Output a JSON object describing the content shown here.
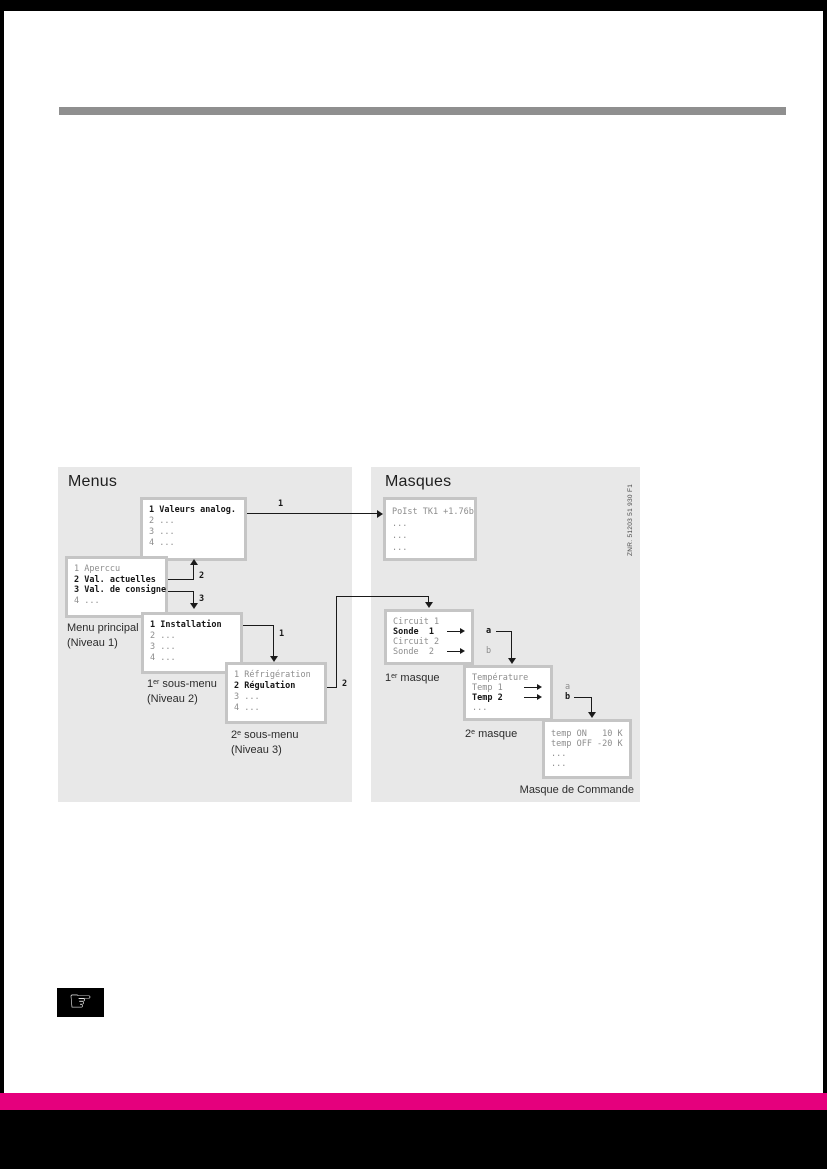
{
  "page": {
    "note_icon": "☞"
  },
  "artwork_ref": "ZNR. 51203 51 930 F1",
  "menus": {
    "title": "Menus",
    "main_menu": {
      "lines": [
        "1 Aperccu",
        "2 Val. actuelles",
        "3 Val. de consigne",
        "4 ..."
      ],
      "caption_line1": "Menu principal",
      "caption_line2": "(Niveau 1)"
    },
    "valeurs_menu": {
      "lines": [
        "1 Valeurs analog.",
        "2 ...",
        "3 ...",
        "4 ..."
      ]
    },
    "installation_menu": {
      "lines": [
        "1 Installation",
        "2 ...",
        "3 ...",
        "4 ..."
      ],
      "caption_num": "1",
      "caption_sup": "er",
      "caption_text": " sous-menu",
      "caption_line2": "(Niveau 2)"
    },
    "regulation_menu": {
      "lines": [
        "1 Réfrigération",
        "2 Régulation",
        "3 ...",
        "4 ..."
      ],
      "caption_num": "2",
      "caption_sup": "e",
      "caption_text": " sous-menu",
      "caption_line2": "(Niveau 3)"
    },
    "key_labels": {
      "k1": "1",
      "k2": "2",
      "k3": "3",
      "k4": "1",
      "k5": "2"
    }
  },
  "masques": {
    "title": "Masques",
    "poist_mask": {
      "lines": [
        "PoIst TK1 +1.76b",
        "...",
        "...",
        "..."
      ]
    },
    "circuit_mask": {
      "lines": [
        "Circuit 1",
        "Sonde  1",
        "Circuit 2",
        "Sonde  2"
      ],
      "label_a": "a",
      "label_b": "b",
      "caption_num": "1",
      "caption_sup": "er",
      "caption_text": " masque"
    },
    "temperature_mask": {
      "lines": [
        "Température",
        "Temp 1",
        "Temp 2",
        "..."
      ],
      "label_a": "a",
      "label_b": "b",
      "caption_num": "2",
      "caption_sup": "e",
      "caption_text": " masque"
    },
    "commande_mask": {
      "lines": [
        "temp ON   10 K",
        "temp OFF -20 K",
        "...",
        "..."
      ],
      "caption": "Masque de Commande"
    }
  }
}
